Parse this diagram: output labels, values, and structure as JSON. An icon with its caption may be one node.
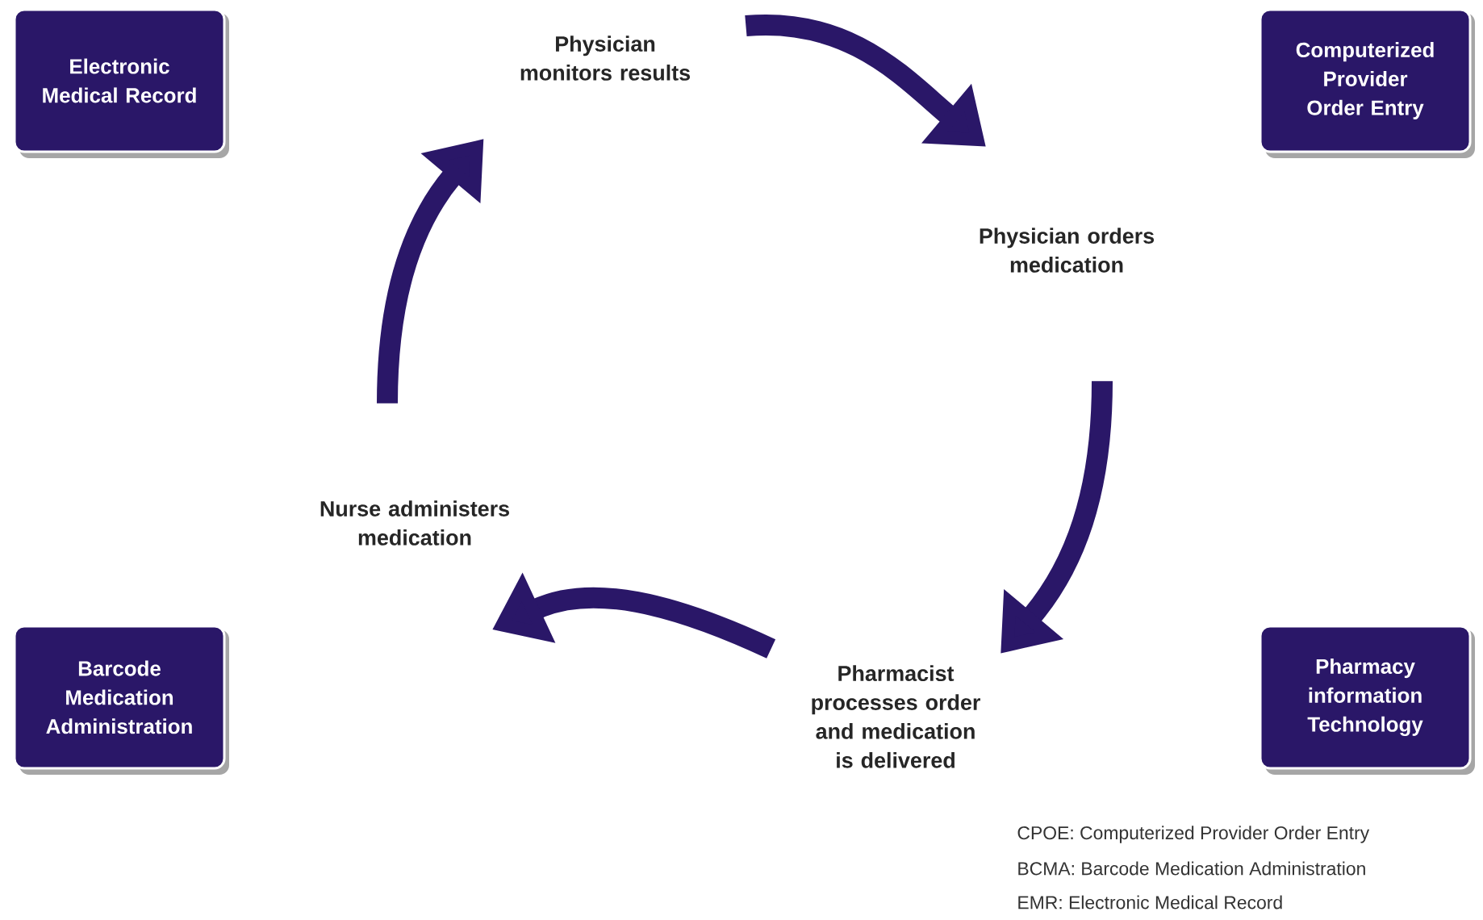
{
  "diagram": {
    "nodes": [
      {
        "text": [
          "Electronic Medical Record"
        ]
      },
      {
        "text": [
          "Physician monitors results"
        ]
      },
      {
        "text": [
          "Computerized Provider Order Entry"
        ]
      },
      {
        "text": [
          "Physician orders medication"
        ]
      },
      {
        "text": [
          "Nurse administers medication"
        ]
      },
      {
        "text": [
          "Barcode Medication Administration"
        ]
      },
      {
        "text": [
          "Pharmacist processes order and medication is delivered"
        ]
      },
      {
        "text": [
          "Pharmacy information Technology"
        ]
      }
    ],
    "edges": [
      {
        "from": 1,
        "to": 3,
        "arrow": "to"
      },
      {
        "from": 3,
        "to": 6,
        "arrow": "to"
      },
      {
        "from": 6,
        "to": 4,
        "arrow": "to"
      },
      {
        "from": 4,
        "to": 1,
        "arrow": "to"
      }
    ],
    "labels": [
      "CPOE: Computerized Provider Order Entry",
      "BCMA: Barcode Medication Administration",
      "EMR: Electronic Medical Record"
    ]
  }
}
